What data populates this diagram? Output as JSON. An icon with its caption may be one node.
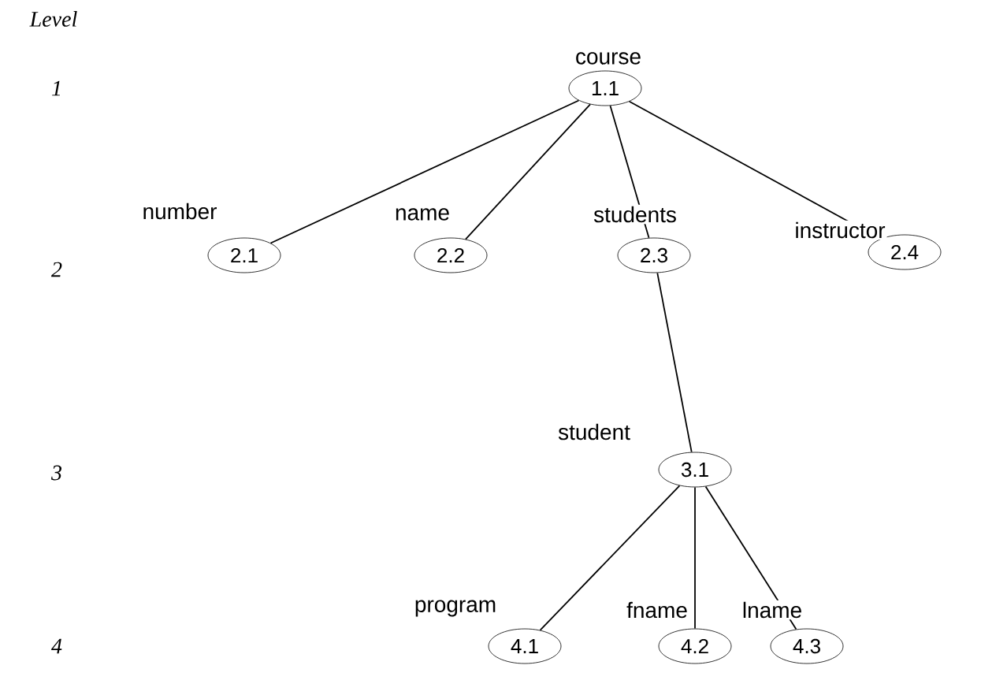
{
  "diagram": {
    "nodes": [
      {
        "text": [
          "1.1"
        ],
        "beside": [
          "course"
        ]
      },
      {
        "text": [
          "2.1"
        ],
        "beside": [
          "number"
        ]
      },
      {
        "text": [
          "2.2"
        ],
        "beside": [
          "name"
        ]
      },
      {
        "text": [
          "2.3"
        ],
        "beside": [
          "students"
        ]
      },
      {
        "text": [
          "2.4"
        ],
        "beside": [
          "instructor"
        ]
      },
      {
        "text": [
          "3.1"
        ],
        "beside": [
          "student"
        ]
      },
      {
        "text": [
          "4.1"
        ],
        "beside": [
          "program"
        ]
      },
      {
        "text": [
          "4.2"
        ],
        "beside": [
          "fname"
        ]
      },
      {
        "text": [
          "4.3"
        ],
        "beside": [
          "lname"
        ]
      }
    ],
    "edges": [
      {
        "from": 0,
        "to": 1,
        "arrow": "none"
      },
      {
        "from": 0,
        "to": 2,
        "arrow": "none"
      },
      {
        "from": 0,
        "to": 3,
        "arrow": "none"
      },
      {
        "from": 0,
        "to": 4,
        "arrow": "none"
      },
      {
        "from": 3,
        "to": 5,
        "arrow": "none"
      },
      {
        "from": 5,
        "to": 6,
        "arrow": "none"
      },
      {
        "from": 5,
        "to": 7,
        "arrow": "none"
      },
      {
        "from": 5,
        "to": 8,
        "arrow": "none"
      }
    ],
    "labels": [
      "Level",
      "1",
      "2",
      "3",
      "4"
    ]
  }
}
